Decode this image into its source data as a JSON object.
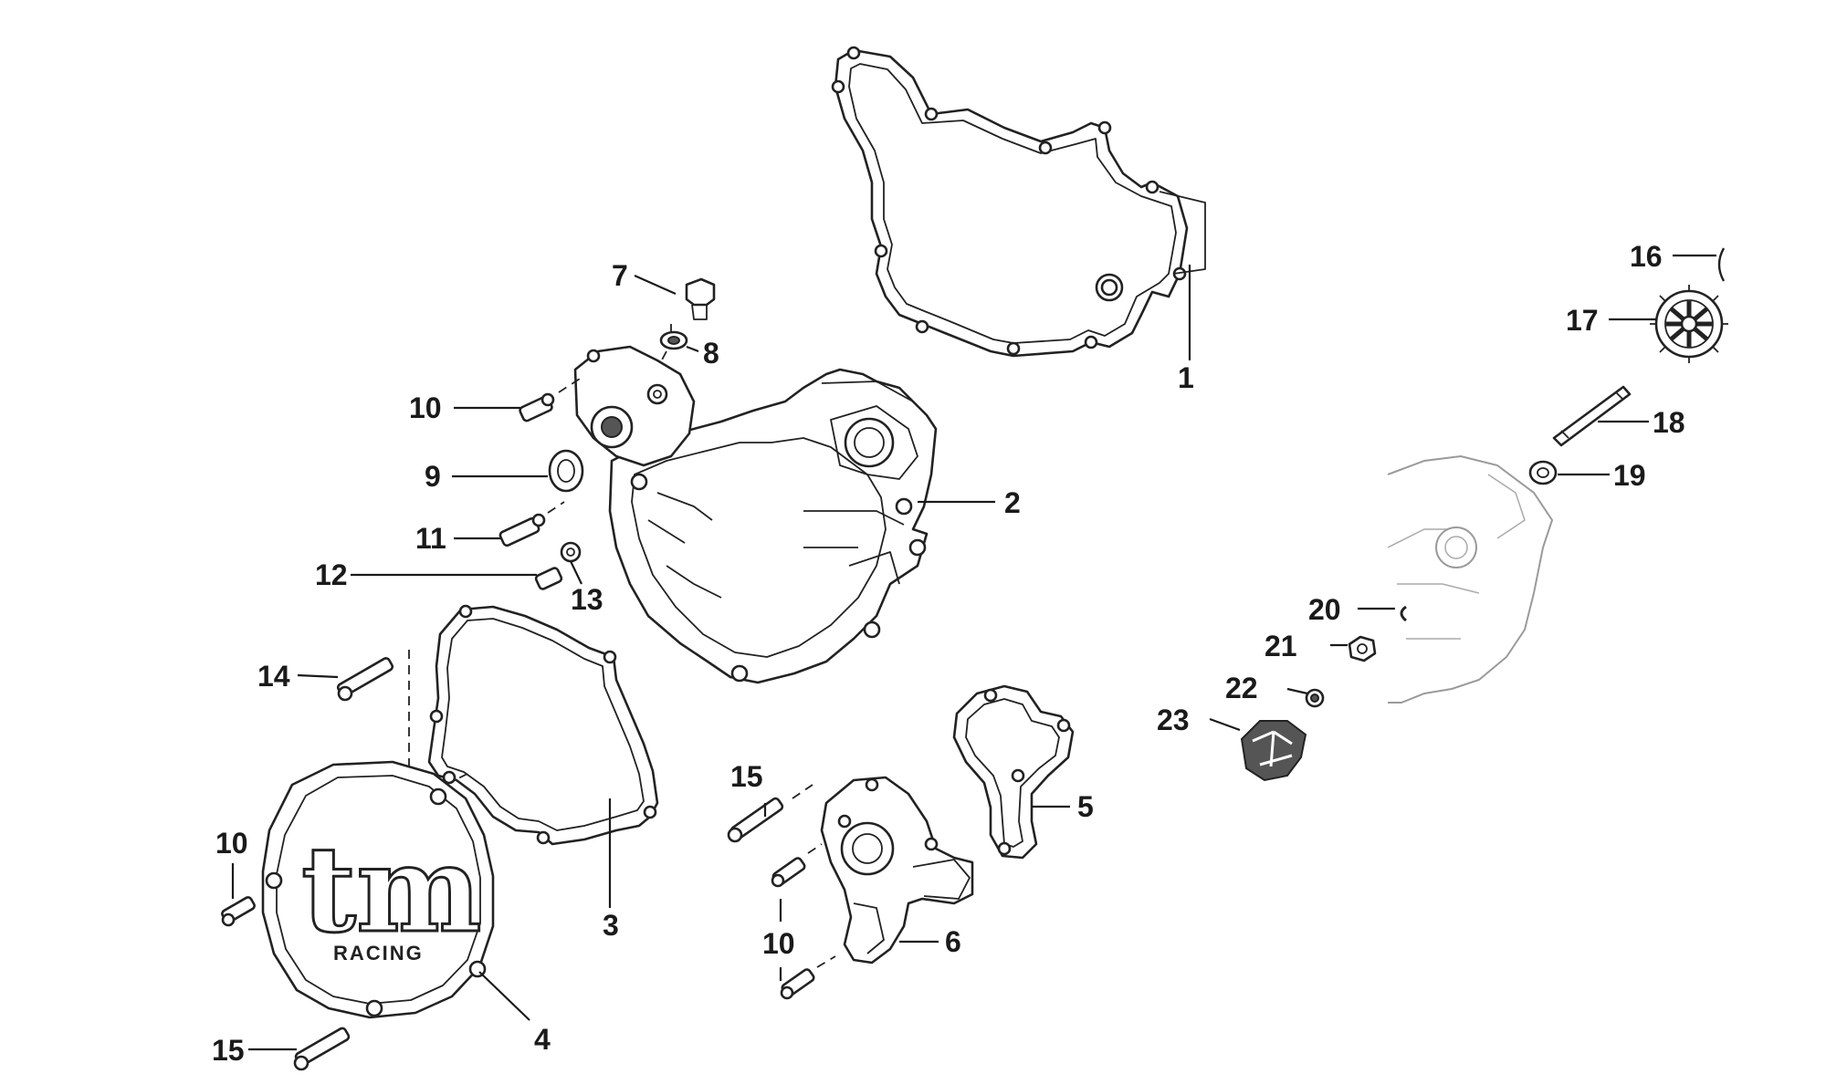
{
  "labels": {
    "l1": "1",
    "l2": "2",
    "l3": "3",
    "l4": "4",
    "l5": "5",
    "l6": "6",
    "l7": "7",
    "l8": "8",
    "l9": "9",
    "l10a": "10",
    "l10b": "10",
    "l10c": "10",
    "l11": "11",
    "l12": "12",
    "l13": "13",
    "l14": "14",
    "l15a": "15",
    "l15b": "15",
    "l16": "16",
    "l17": "17",
    "l18": "18",
    "l19": "19",
    "l20": "20",
    "l21": "21",
    "l22": "22",
    "l23": "23"
  },
  "logo": {
    "mark": "tm",
    "sub": "RACING"
  }
}
